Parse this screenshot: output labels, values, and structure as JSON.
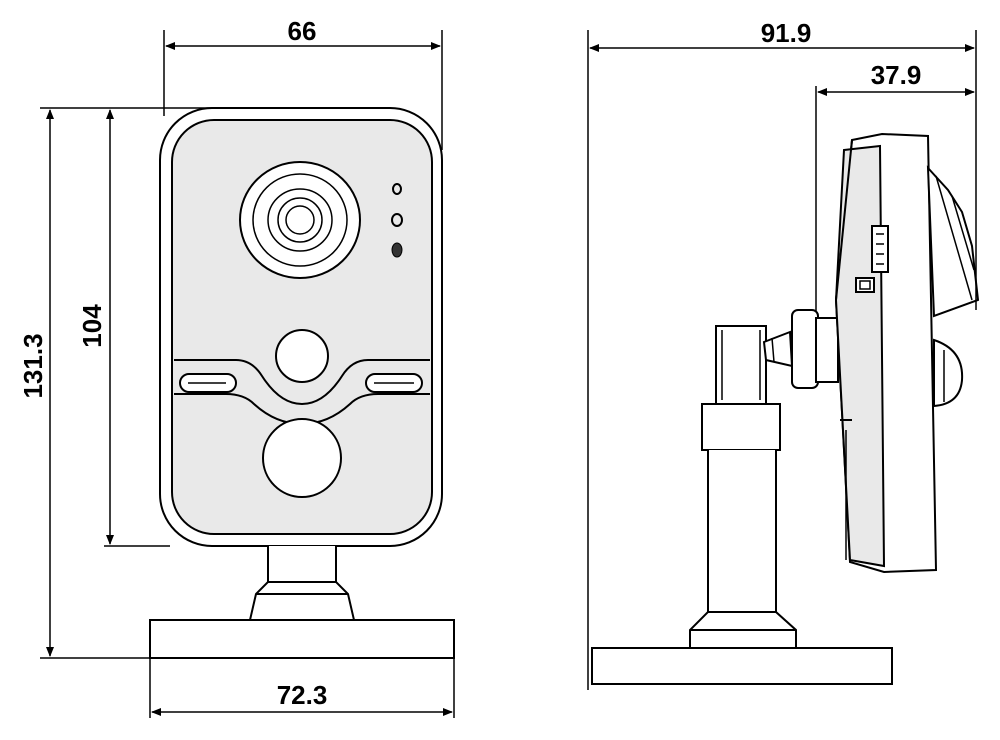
{
  "diagram": {
    "front_view": {
      "width_top": "66",
      "base_width": "72.3",
      "total_height": "131.3",
      "body_height": "104"
    },
    "side_view": {
      "total_depth": "91.9",
      "head_depth": "37.9"
    },
    "colors": {
      "stroke": "#000000",
      "fill": "#e9e9e9",
      "background": "#ffffff"
    }
  }
}
